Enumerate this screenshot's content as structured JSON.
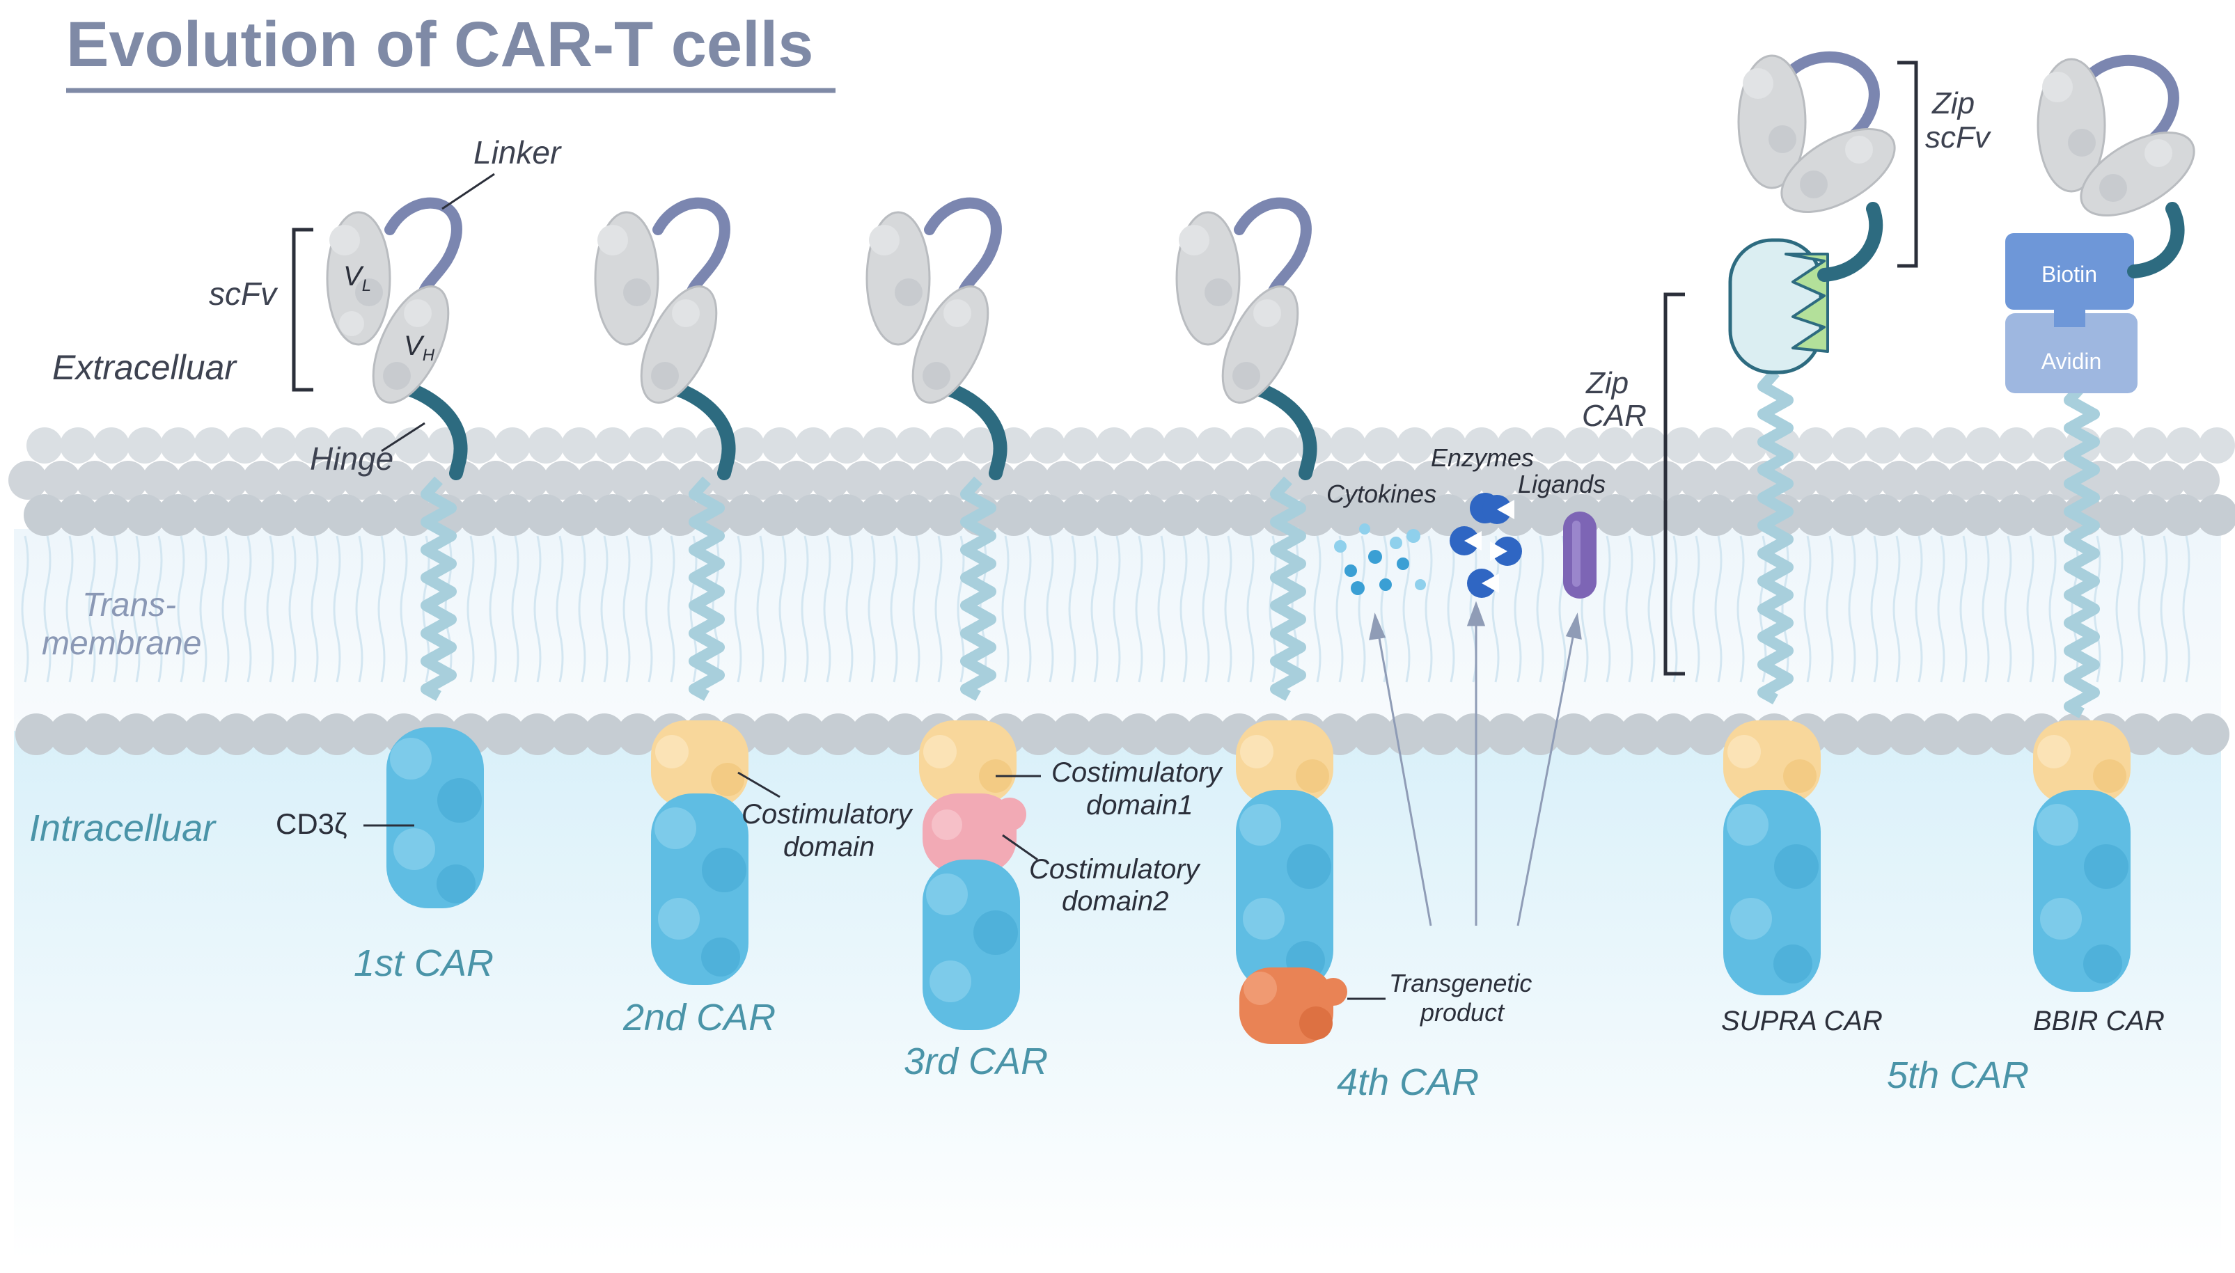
{
  "title": "Evolution of CAR-T cells",
  "colors": {
    "title": "#7f8aa6",
    "membrane_head": "#c6cdd3",
    "intracellular": "#dff2f9",
    "cd3z": "#5fbde3",
    "costim1": "#f8d79b",
    "costim2": "#f2aab5",
    "transgenic": "#e98355",
    "hinge": "#2d6b80",
    "linker": "#7b86b0",
    "tm_helix": "#a8cfdc",
    "scfv": "#d6d8da",
    "biotin": "#6e97d8",
    "avidin": "#9eb7e0",
    "generation_label": "#4a94a8"
  },
  "regions": {
    "extracellular": "Extracelluar",
    "transmembrane_line1": "Trans-",
    "transmembrane_line2": "membrane",
    "intracellular": "Intracelluar"
  },
  "parts": {
    "linker": "Linker",
    "scfv": "scFv",
    "vl": "V",
    "vl_sub": "L",
    "vh": "V",
    "vh_sub": "H",
    "hinge": "Hinge",
    "cd3z": "CD3ζ"
  },
  "costim": {
    "single_line1": "Costimulatory",
    "single_line2": "domain",
    "first_line1": "Costimulatory",
    "first_line2": "domain1",
    "second_line1": "Costimulatory",
    "second_line2": "domain2"
  },
  "fourth": {
    "cytokines": "Cytokines",
    "enzymes": "Enzymes",
    "ligands": "Ligands",
    "transgenic_line1": "Transgenetic",
    "transgenic_line2": "product"
  },
  "fifth": {
    "zip_scfv_line1": "Zip",
    "zip_scfv_line2": "scFv",
    "zip_car_line1": "Zip",
    "zip_car_line2": "CAR",
    "biotin": "Biotin",
    "avidin": "Avidin",
    "supra": "SUPRA CAR",
    "bbir": "BBIR CAR"
  },
  "generations": {
    "first": "1st CAR",
    "second": "2nd CAR",
    "third": "3rd CAR",
    "fourth": "4th CAR",
    "fifth": "5th CAR"
  }
}
